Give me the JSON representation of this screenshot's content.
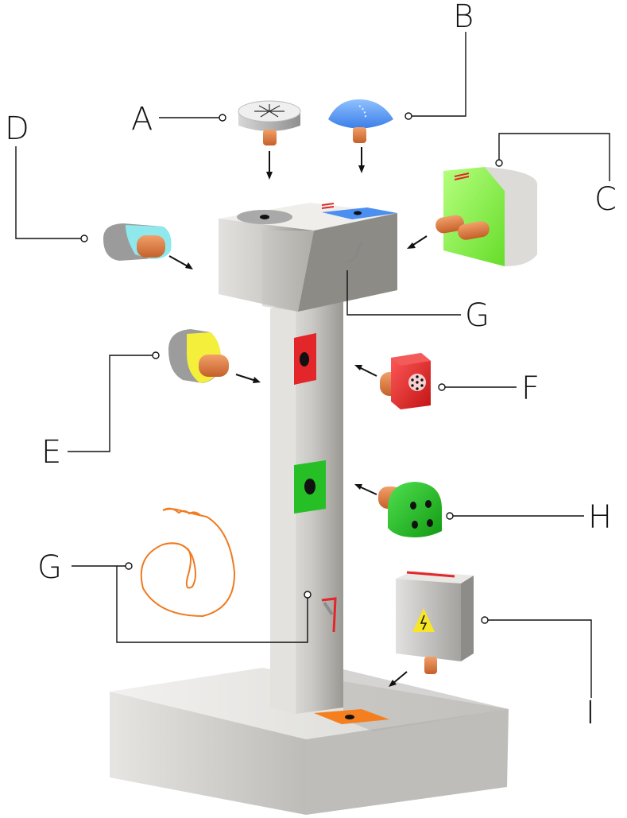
{
  "labels": {
    "a": "A",
    "b": "B",
    "c": "C",
    "d": "D",
    "e": "E",
    "f": "F",
    "g_top": "G",
    "g_bottom": "G",
    "h": "H",
    "i": "I"
  },
  "colors": {
    "connector_a": "#a9a9a9",
    "connector_b": "#4b8ff0",
    "connector_c": "#88f04a",
    "connector_d": "#8fe8ec",
    "connector_e": "#f4ef3a",
    "connector_f": "#e3262a",
    "connector_h": "#22bb22",
    "connector_i": "#b8b8b8",
    "socket_red": "#e3262a",
    "socket_green": "#26c026",
    "socket_orange": "#f57f1e",
    "plug_pin": "#e07a3a",
    "cable": "#f07a20",
    "warning_sign": "#f7e628",
    "structure": "#d6d5d2"
  },
  "icons": {
    "warning": "high-voltage-warning-icon"
  }
}
